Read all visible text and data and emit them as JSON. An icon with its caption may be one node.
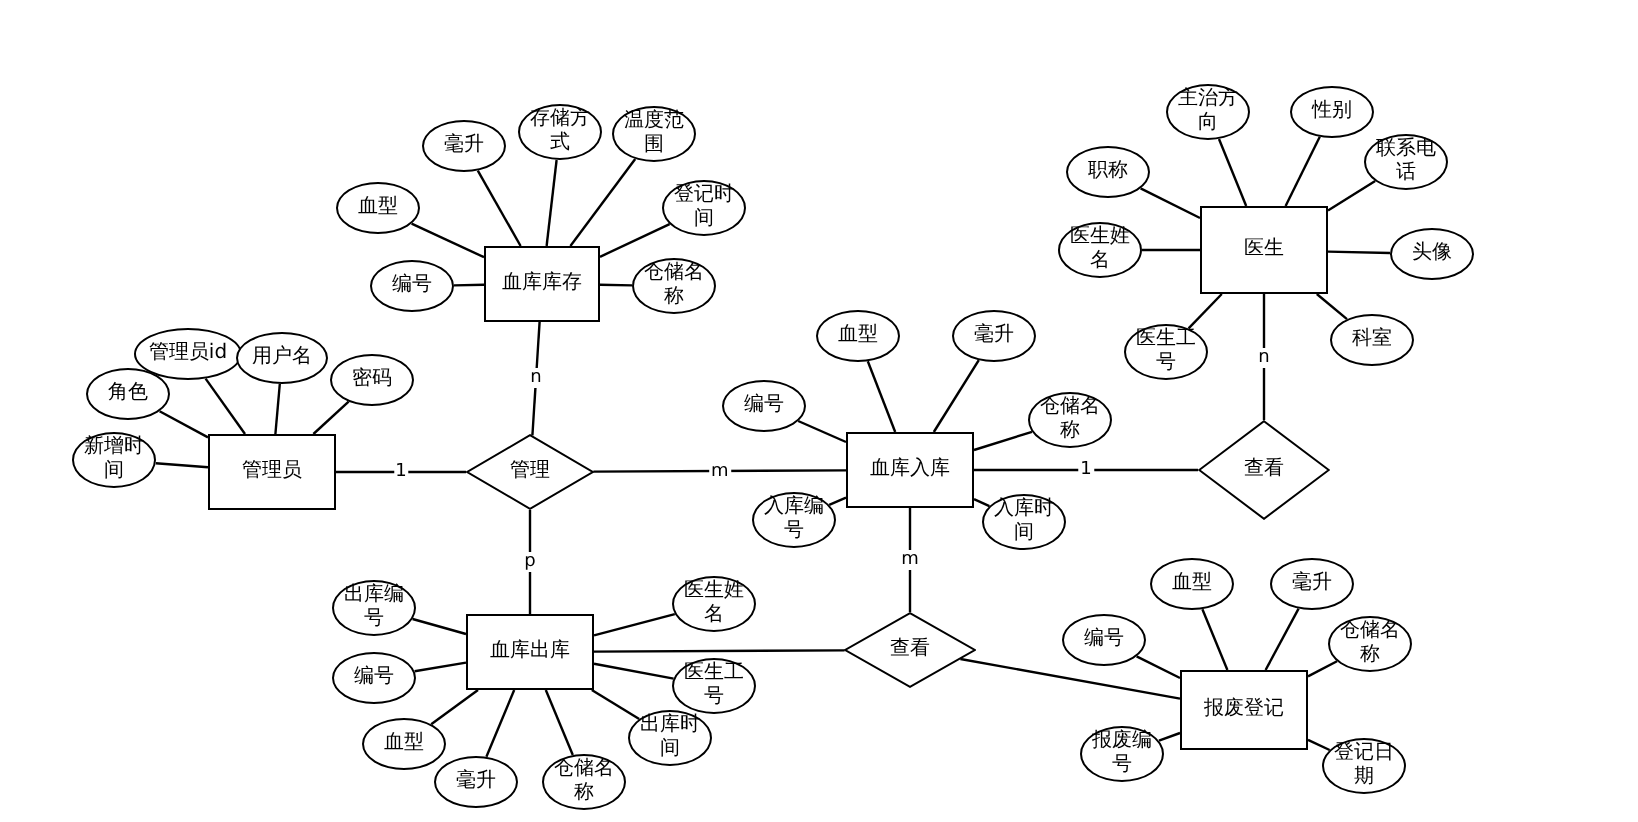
{
  "diagram": {
    "nodes": [
      {
        "text": [
          "血库库存"
        ]
      },
      {
        "text": [
          "毫升"
        ]
      },
      {
        "text": [
          "存储方式"
        ]
      },
      {
        "text": [
          "温度范围"
        ]
      },
      {
        "text": [
          "血型"
        ]
      },
      {
        "text": [
          "登记时间"
        ]
      },
      {
        "text": [
          "编号"
        ]
      },
      {
        "text": [
          "仓储名称"
        ]
      },
      {
        "text": [
          "管理员"
        ]
      },
      {
        "text": [
          "管理员id"
        ]
      },
      {
        "text": [
          "用户名"
        ]
      },
      {
        "text": [
          "密码"
        ]
      },
      {
        "text": [
          "角色"
        ]
      },
      {
        "text": [
          "新增时间"
        ]
      },
      {
        "text": [
          "管理"
        ]
      },
      {
        "text": [
          "医生"
        ]
      },
      {
        "text": [
          "主治方向"
        ]
      },
      {
        "text": [
          "性别"
        ]
      },
      {
        "text": [
          "职称"
        ]
      },
      {
        "text": [
          "联系电话"
        ]
      },
      {
        "text": [
          "医生姓名"
        ]
      },
      {
        "text": [
          "头像"
        ]
      },
      {
        "text": [
          "医生工号"
        ]
      },
      {
        "text": [
          "科室"
        ]
      },
      {
        "text": [
          "查看"
        ]
      },
      {
        "text": [
          "血库入库"
        ]
      },
      {
        "text": [
          "血型"
        ]
      },
      {
        "text": [
          "毫升"
        ]
      },
      {
        "text": [
          "编号"
        ]
      },
      {
        "text": [
          "仓储名称"
        ]
      },
      {
        "text": [
          "入库编号"
        ]
      },
      {
        "text": [
          "入库时间"
        ]
      },
      {
        "text": [
          "血库出库"
        ]
      },
      {
        "text": [
          "出库编号"
        ]
      },
      {
        "text": [
          "编号"
        ]
      },
      {
        "text": [
          "血型"
        ]
      },
      {
        "text": [
          "毫升"
        ]
      },
      {
        "text": [
          "仓储名称"
        ]
      },
      {
        "text": [
          "出库时间"
        ]
      },
      {
        "text": [
          "医生姓名"
        ]
      },
      {
        "text": [
          "医生工号"
        ]
      },
      {
        "text": [
          "查看"
        ]
      },
      {
        "text": [
          "报废登记"
        ]
      },
      {
        "text": [
          "编号"
        ]
      },
      {
        "text": [
          "血型"
        ]
      },
      {
        "text": [
          "毫升"
        ]
      },
      {
        "text": [
          "仓储名称"
        ]
      },
      {
        "text": [
          "报废编号"
        ]
      },
      {
        "text": [
          "登记日期"
        ]
      }
    ],
    "edges": [
      {
        "from": 0,
        "to": 1,
        "arrow": "none"
      },
      {
        "from": 0,
        "to": 2,
        "arrow": "none"
      },
      {
        "from": 0,
        "to": 3,
        "arrow": "none"
      },
      {
        "from": 0,
        "to": 4,
        "arrow": "none"
      },
      {
        "from": 0,
        "to": 5,
        "arrow": "none"
      },
      {
        "from": 0,
        "to": 6,
        "arrow": "none"
      },
      {
        "from": 0,
        "to": 7,
        "arrow": "none"
      },
      {
        "from": 8,
        "to": 9,
        "arrow": "none"
      },
      {
        "from": 8,
        "to": 10,
        "arrow": "none"
      },
      {
        "from": 8,
        "to": 11,
        "arrow": "none"
      },
      {
        "from": 8,
        "to": 12,
        "arrow": "none"
      },
      {
        "from": 8,
        "to": 13,
        "arrow": "none"
      },
      {
        "from": 8,
        "to": 14,
        "arrow": "none",
        "label": "1"
      },
      {
        "from": 0,
        "to": 14,
        "arrow": "none",
        "label": "n"
      },
      {
        "from": 14,
        "to": 25,
        "arrow": "none",
        "label": "m"
      },
      {
        "from": 14,
        "to": 32,
        "arrow": "none",
        "label": "p"
      },
      {
        "from": 15,
        "to": 16,
        "arrow": "none"
      },
      {
        "from": 15,
        "to": 17,
        "arrow": "none"
      },
      {
        "from": 15,
        "to": 18,
        "arrow": "none"
      },
      {
        "from": 15,
        "to": 19,
        "arrow": "none"
      },
      {
        "from": 15,
        "to": 20,
        "arrow": "none"
      },
      {
        "from": 15,
        "to": 21,
        "arrow": "none"
      },
      {
        "from": 15,
        "to": 22,
        "arrow": "none"
      },
      {
        "from": 15,
        "to": 23,
        "arrow": "none"
      },
      {
        "from": 15,
        "to": 24,
        "arrow": "none",
        "label": "n"
      },
      {
        "from": 25,
        "to": 24,
        "arrow": "none",
        "label": "1"
      },
      {
        "from": 25,
        "to": 26,
        "arrow": "none"
      },
      {
        "from": 25,
        "to": 27,
        "arrow": "none"
      },
      {
        "from": 25,
        "to": 28,
        "arrow": "none"
      },
      {
        "from": 25,
        "to": 29,
        "arrow": "none"
      },
      {
        "from": 25,
        "to": 30,
        "arrow": "none"
      },
      {
        "from": 25,
        "to": 31,
        "arrow": "none"
      },
      {
        "from": 25,
        "to": 41,
        "arrow": "none",
        "label": "m"
      },
      {
        "from": 32,
        "to": 33,
        "arrow": "none"
      },
      {
        "from": 32,
        "to": 34,
        "arrow": "none"
      },
      {
        "from": 32,
        "to": 35,
        "arrow": "none"
      },
      {
        "from": 32,
        "to": 36,
        "arrow": "none"
      },
      {
        "from": 32,
        "to": 37,
        "arrow": "none"
      },
      {
        "from": 32,
        "to": 38,
        "arrow": "none"
      },
      {
        "from": 32,
        "to": 39,
        "arrow": "none"
      },
      {
        "from": 32,
        "to": 40,
        "arrow": "none"
      },
      {
        "from": 32,
        "to": 41,
        "arrow": "none"
      },
      {
        "from": 41,
        "to": 42,
        "arrow": "none"
      },
      {
        "from": 42,
        "to": 43,
        "arrow": "none"
      },
      {
        "from": 42,
        "to": 44,
        "arrow": "none"
      },
      {
        "from": 42,
        "to": 45,
        "arrow": "none"
      },
      {
        "from": 42,
        "to": 46,
        "arrow": "none"
      },
      {
        "from": 42,
        "to": 47,
        "arrow": "none"
      },
      {
        "from": 42,
        "to": 48,
        "arrow": "none"
      }
    ]
  }
}
